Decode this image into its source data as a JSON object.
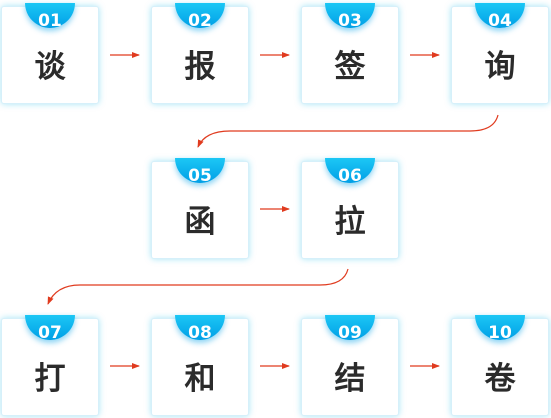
{
  "colors": {
    "accent": "#00a8ec",
    "arrow": "#e03b1f",
    "card_border": "#d6f0fa",
    "label_text": "#2b2b2b"
  },
  "steps": [
    {
      "number": "01",
      "label": "谈"
    },
    {
      "number": "02",
      "label": "报"
    },
    {
      "number": "03",
      "label": "签"
    },
    {
      "number": "04",
      "label": "询"
    },
    {
      "number": "05",
      "label": "函"
    },
    {
      "number": "06",
      "label": "拉"
    },
    {
      "number": "07",
      "label": "打"
    },
    {
      "number": "08",
      "label": "和"
    },
    {
      "number": "09",
      "label": "结"
    },
    {
      "number": "10",
      "label": "卷"
    }
  ]
}
